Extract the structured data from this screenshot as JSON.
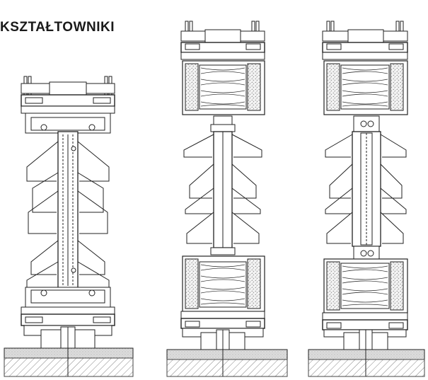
{
  "title": "KSZTAŁTOWNIKI",
  "colors": {
    "line": "#222222",
    "fill": "#ffffff",
    "insulation": "#e9e9e9",
    "stipple": "#555555",
    "ground": "#d9d9d9"
  },
  "sections": [
    {
      "id": "section-a",
      "type": "solid-mullion-with-glazing"
    },
    {
      "id": "section-b",
      "type": "insulated-panel-mullion"
    },
    {
      "id": "section-c",
      "type": "insulated-panel-mullion-with-glazing-inset"
    }
  ],
  "icons": [
    "hatch-pattern",
    "insulation-coil"
  ]
}
